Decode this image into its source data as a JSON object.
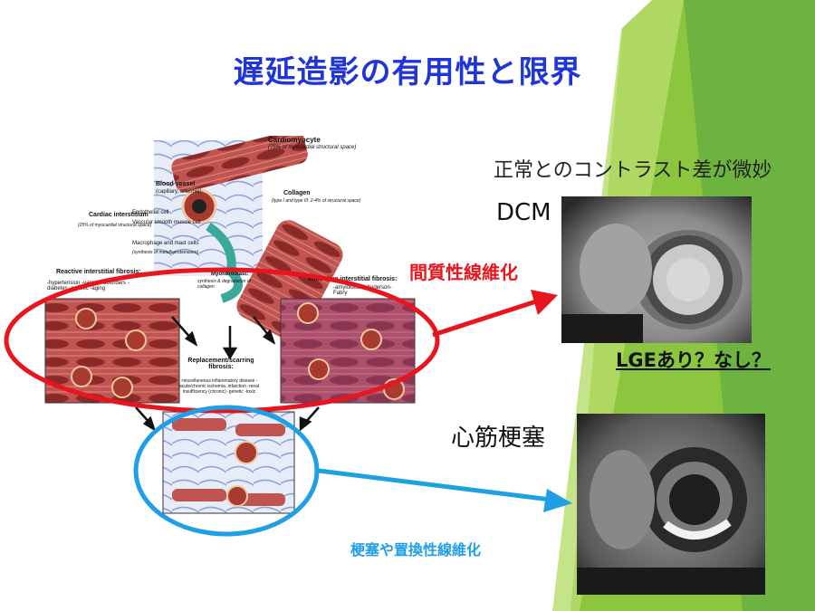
{
  "slide": {
    "title": "遅延造影の有用性と限界",
    "contrast_note": "正常とのコントラスト差が微妙",
    "dcm_label": "DCM",
    "interstitial_label": "間質性線維化",
    "lge_question": "LGEあり？なし？",
    "mi_label": "心筋梗塞",
    "replacement_label": "梗塞や置換性線維化"
  },
  "diagram": {
    "cardiomyocyte": "Cardiomyocyte",
    "cardiomyocyte_note": "(75% of myocardial structural space)",
    "blood_vessel": "Blood vessel",
    "blood_vessel_note": "(capillary, arteriole)",
    "collagen": "Collagen",
    "collagen_note": "(type I and type III: 2-4% of structural space)",
    "cardiac_interstitium": "Cardiac interstitium",
    "cardiac_interstitium_note": "(25% of myocardial structural space)",
    "endothelial": "Endothelial cell",
    "vsm": "Vascular smooth muscle cell",
    "macrophage": "Macrophage and mast cells",
    "macrophage_note": "(synthesis of metalloproteinases)",
    "myofibroblast": "Myofibroblast:",
    "myofibroblast_note": "synthesis & degradation of collagen",
    "reactive": "Reactive interstitial fibrosis:",
    "reactive_items": "-hypertension -valvular disorders -diabetes -genetic -aging",
    "infiltrative": "Infiltrative interstitial fibrosis:",
    "infiltrative_items": "-amyloidosis -Anderson-Fabry",
    "replacement": "Replacement/scarring fibrosis:",
    "replacement_items": "-miscellaneous inflammatory disease -acute/chronic ischemia, infarction -renal insufficiency (chronic) -genetic -toxic"
  },
  "colors": {
    "title": "#1f35d6",
    "red_accent": "#e8141e",
    "blue_accent": "#1fa0e6",
    "green_deco": "#7cc242"
  }
}
